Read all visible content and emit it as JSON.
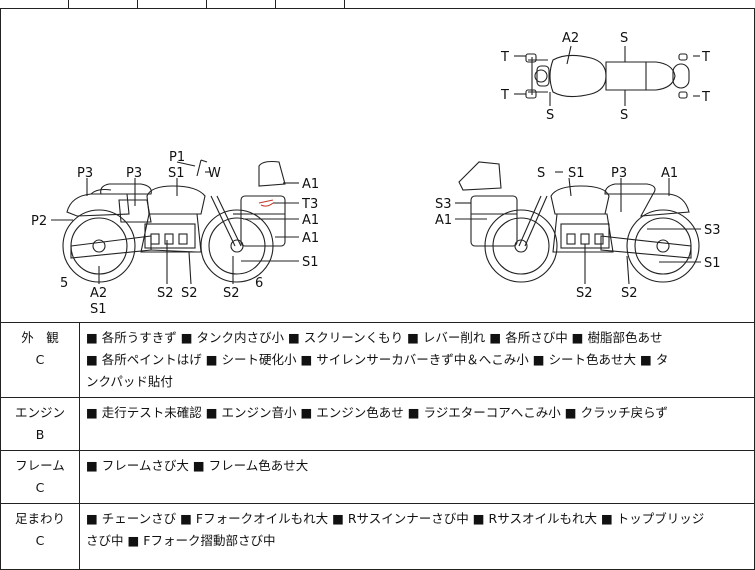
{
  "diagram": {
    "top_view": {
      "labels": [
        "A2",
        "S",
        "T",
        "T",
        "T",
        "T",
        "S",
        "S"
      ]
    },
    "left_view": {
      "labels": [
        "P1",
        "W",
        "P3",
        "P3",
        "S1",
        "A1",
        "T3",
        "A1",
        "A1",
        "P2",
        "S1",
        "5",
        "6",
        "A2",
        "S1",
        "S2",
        "S2",
        "S2"
      ]
    },
    "right_view": {
      "labels": [
        "S",
        "S1",
        "P3",
        "A1",
        "S3",
        "A1",
        "S3",
        "S1",
        "S2",
        "S2"
      ]
    }
  },
  "notes": [
    {
      "category": "外　観",
      "grade": "C",
      "lines": [
        "■ 各所うすきず ■ タンク内さび小 ■ スクリーンくもり ■ レバー削れ ■ 各所さび中 ■ 樹脂部色あせ",
        "■ 各所ペイントはげ ■ シート硬化小 ■ サイレンサーカバーきず中＆へこみ小 ■ シート色あせ大 ■ タ",
        "ンクパッド貼付"
      ]
    },
    {
      "category": "エンジン",
      "grade": "B",
      "lines": [
        "■ 走行テスト未確認 ■ エンジン音小 ■ エンジン色あせ ■ ラジエターコアへこみ小 ■ クラッチ戻らず"
      ]
    },
    {
      "category": "フレーム",
      "grade": "C",
      "lines": [
        "■ フレームさび大 ■ フレーム色あせ大"
      ]
    },
    {
      "category": "足まわり",
      "grade": "C",
      "lines": [
        "■ チェーンさび ■ Fフォークオイルもれ大 ■ Rサスインナーさび中 ■ Rサスオイルもれ大 ■ トップブリッジ",
        "さび中 ■ Fフォーク摺動部さび中"
      ]
    }
  ]
}
